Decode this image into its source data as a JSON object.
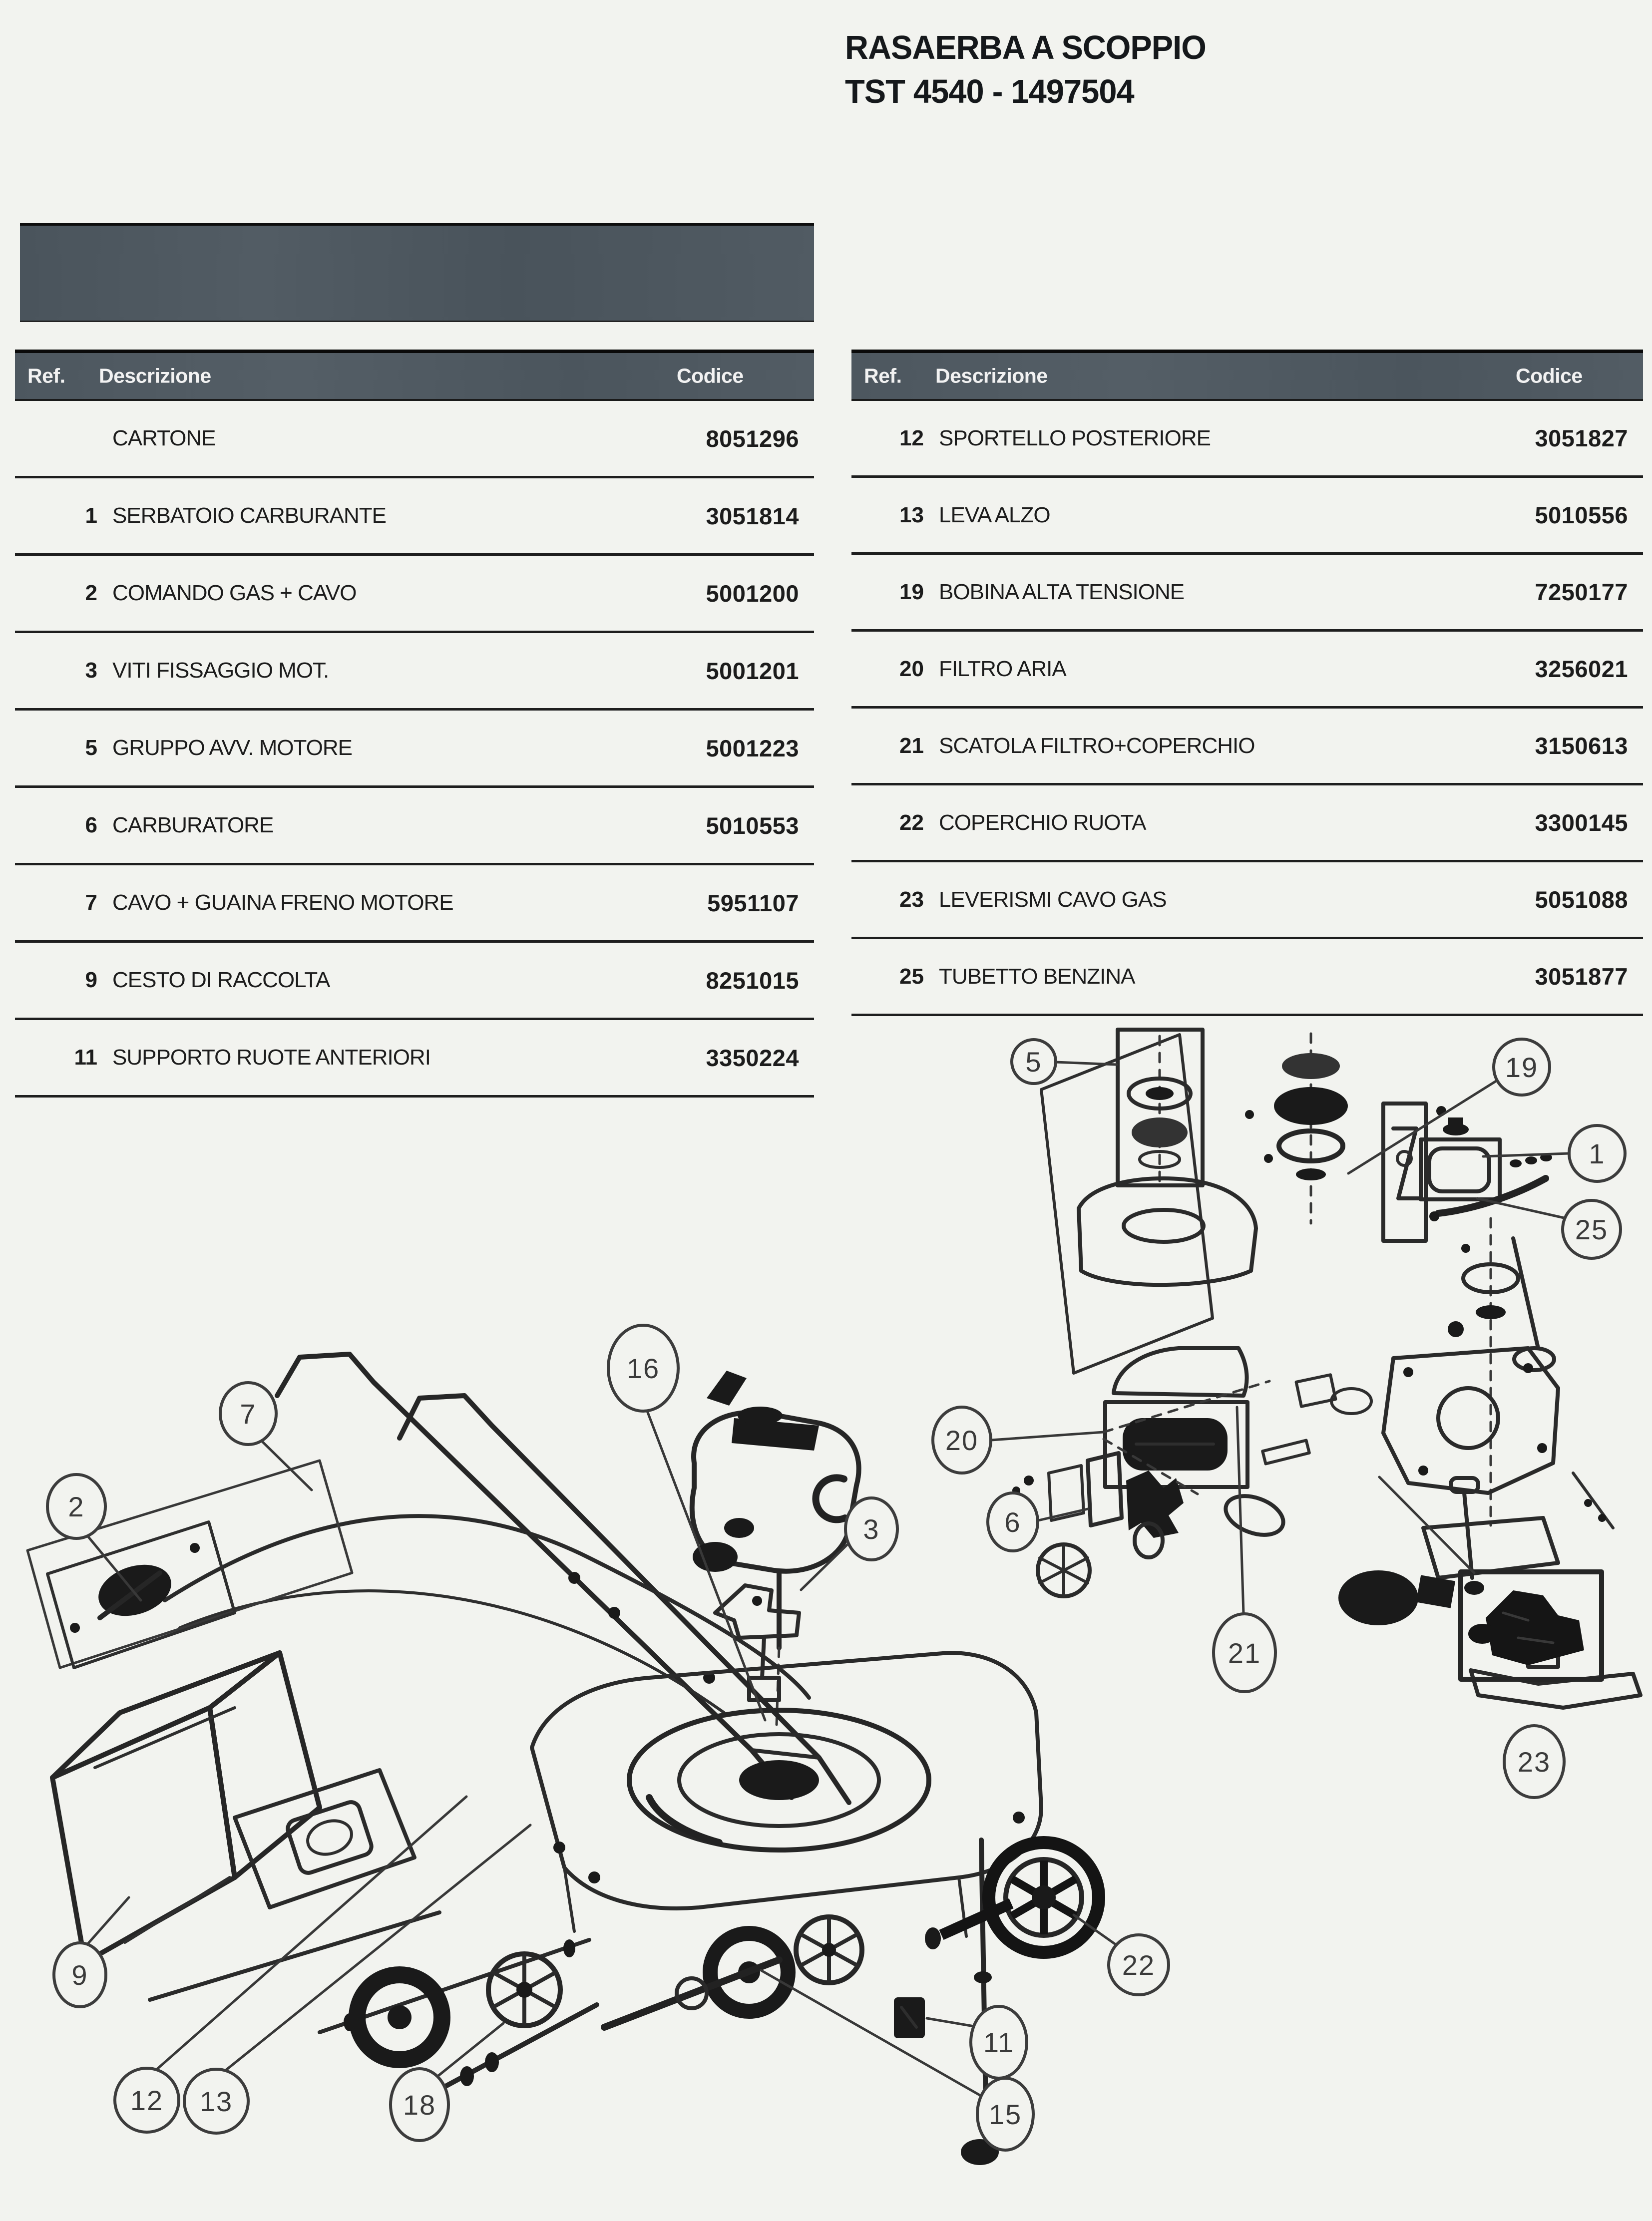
{
  "title": {
    "line1": "RASAERBA A SCOPPIO",
    "line2": "TST 4540 - 1497504"
  },
  "colors": {
    "page_background": "#f2f3ef",
    "band_gray": "#4e585f",
    "ink": "#1c1c1c"
  },
  "parts_tables": {
    "column_headers": {
      "ref": "Ref.",
      "description": "Descrizione",
      "code": "Codice"
    },
    "left_rows": [
      {
        "ref": "",
        "description": "CARTONE",
        "code": "8051296"
      },
      {
        "ref": "1",
        "description": "SERBATOIO CARBURANTE",
        "code": "3051814"
      },
      {
        "ref": "2",
        "description": "COMANDO GAS + CAVO",
        "code": "5001200"
      },
      {
        "ref": "3",
        "description": "VITI FISSAGGIO MOT.",
        "code": "5001201"
      },
      {
        "ref": "5",
        "description": "GRUPPO AVV. MOTORE",
        "code": "5001223"
      },
      {
        "ref": "6",
        "description": "CARBURATORE",
        "code": "5010553"
      },
      {
        "ref": "7",
        "description": "CAVO + GUAINA FRENO MOTORE",
        "code": "5951107"
      },
      {
        "ref": "9",
        "description": "CESTO DI RACCOLTA",
        "code": "8251015"
      },
      {
        "ref": "11",
        "description": "SUPPORTO RUOTE ANTERIORI",
        "code": "3350224"
      }
    ],
    "right_rows": [
      {
        "ref": "12",
        "description": "SPORTELLO POSTERIORE",
        "code": "3051827"
      },
      {
        "ref": "13",
        "description": "LEVA ALZO",
        "code": "5010556"
      },
      {
        "ref": "19",
        "description": "BOBINA ALTA TENSIONE",
        "code": "7250177"
      },
      {
        "ref": "20",
        "description": "FILTRO ARIA",
        "code": "3256021"
      },
      {
        "ref": "21",
        "description": "SCATOLA FILTRO+COPERCHIO",
        "code": "3150613"
      },
      {
        "ref": "22",
        "description": "COPERCHIO RUOTA",
        "code": "3300145"
      },
      {
        "ref": "23",
        "description": "LEVERISMI CAVO GAS",
        "code": "5051088"
      },
      {
        "ref": "25",
        "description": "TUBETTO BENZINA",
        "code": "3051877"
      }
    ]
  },
  "diagram": {
    "callouts": [
      {
        "label": "5"
      },
      {
        "label": "19"
      },
      {
        "label": "1"
      },
      {
        "label": "25"
      },
      {
        "label": "16"
      },
      {
        "label": "7"
      },
      {
        "label": "2"
      },
      {
        "label": "3"
      },
      {
        "label": "20"
      },
      {
        "label": "6"
      },
      {
        "label": "21"
      },
      {
        "label": "23"
      },
      {
        "label": "9"
      },
      {
        "label": "12"
      },
      {
        "label": "13"
      },
      {
        "label": "18"
      },
      {
        "label": "11"
      },
      {
        "label": "15"
      },
      {
        "label": "22"
      }
    ]
  }
}
